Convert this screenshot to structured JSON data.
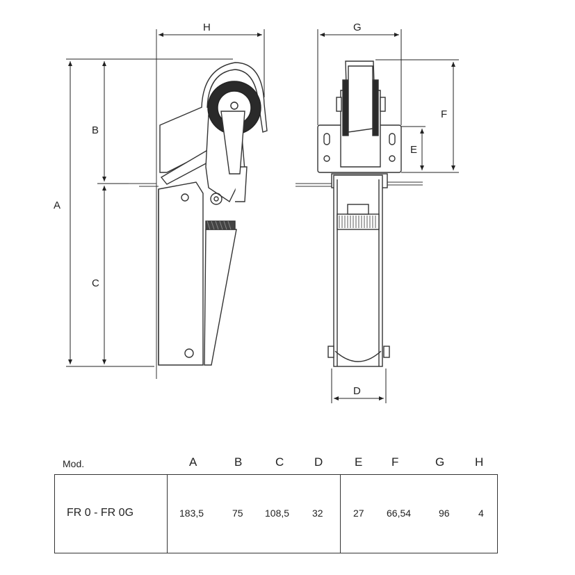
{
  "drawing": {
    "side_view_labels": {
      "A": "A",
      "B": "B",
      "C": "C",
      "H": "H"
    },
    "front_view_labels": {
      "G": "G",
      "F": "F",
      "E": "E",
      "D": "D"
    }
  },
  "table": {
    "mod_header": "Mod.",
    "columns": [
      "A",
      "B",
      "C",
      "D",
      "E",
      "F",
      "G",
      "H"
    ],
    "rows": [
      {
        "model": "FR 0 - FR 0G",
        "values": [
          "183,5",
          "75",
          "108,5",
          "32",
          "27",
          "66,54",
          "96",
          "4"
        ]
      }
    ]
  }
}
